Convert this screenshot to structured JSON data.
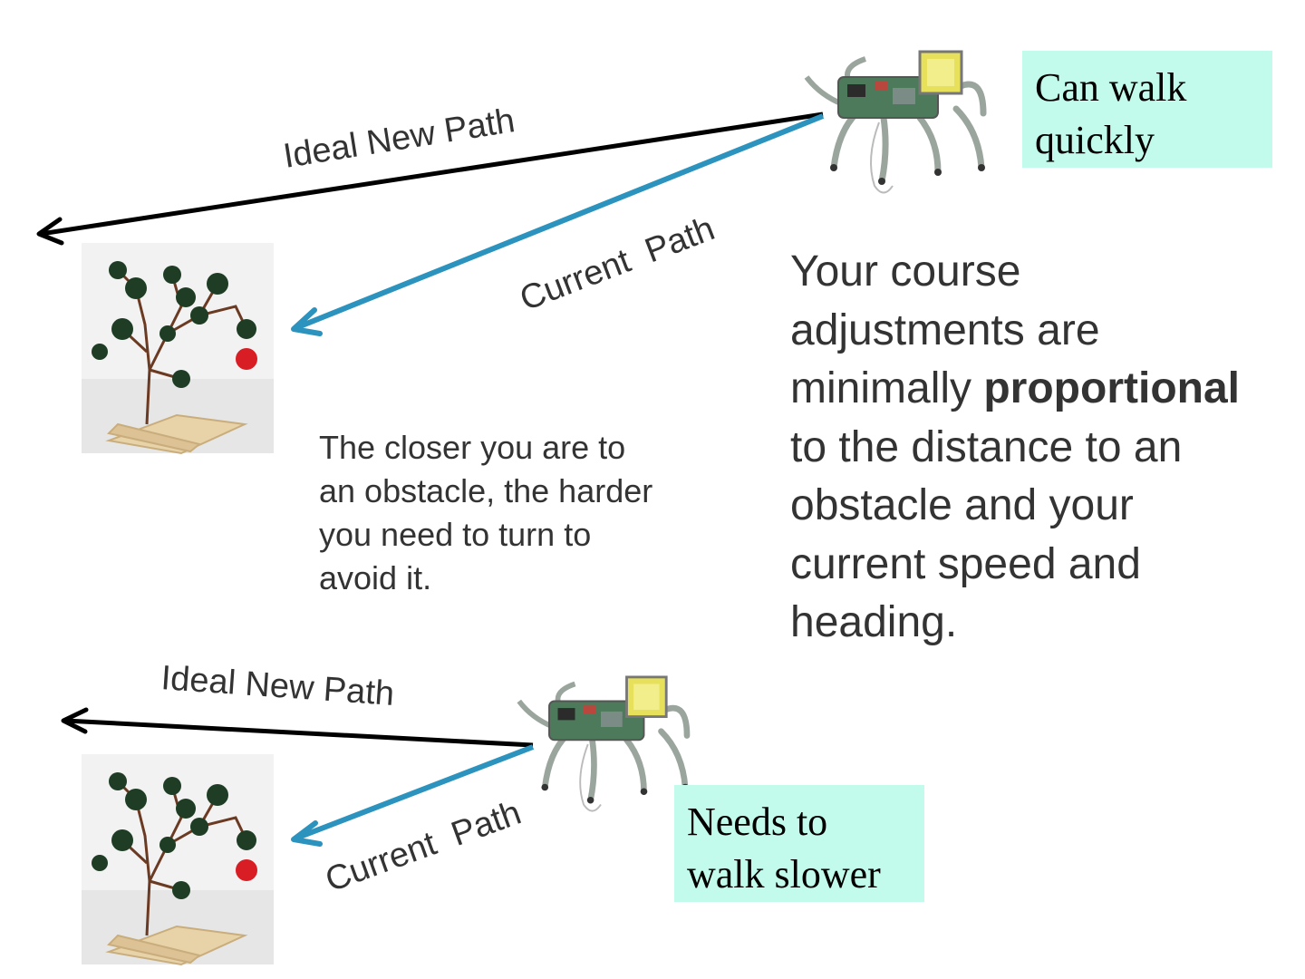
{
  "labels": {
    "top_ideal_path": "Ideal New Path",
    "top_current_path": "Current  Path",
    "bottom_ideal_path": "Ideal New Path",
    "bottom_current_path": "Current  Path"
  },
  "notes": {
    "fast": "Can walk quickly",
    "slow": "Needs to walk slower"
  },
  "captions": {
    "closer": "The closer you are to an obstacle, the harder you need to turn to avoid it.",
    "adjust_before": "Your course adjustments are minimally",
    "adjust_bold": "proportional",
    "adjust_after": "to the distance to an obstacle and your current speed and heading."
  },
  "colors": {
    "ideal_path": "#000000",
    "current_path": "#2b93bd",
    "note_background": "#c2fbec"
  }
}
